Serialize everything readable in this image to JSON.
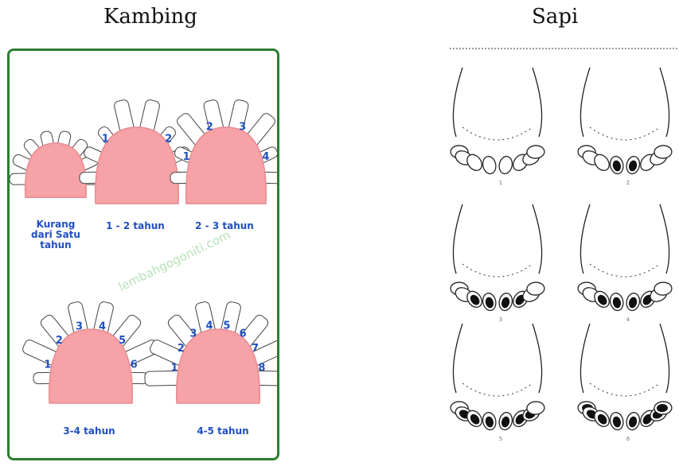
{
  "headings": {
    "goat": "Kambing",
    "cow": "Sapi"
  },
  "goat": {
    "watermark": "lembahgogoniti.com",
    "stages": [
      {
        "label_line1": "Kurang",
        "label_line2": "dari Satu tahun",
        "tooth_numbers": []
      },
      {
        "label_line1": "1 - 2 tahun",
        "label_line2": "",
        "tooth_numbers": [
          "1",
          "2"
        ]
      },
      {
        "label_line1": "2 - 3 tahun",
        "label_line2": "",
        "tooth_numbers": [
          "1",
          "2",
          "3",
          "4"
        ]
      },
      {
        "label_line1": "3-4 tahun",
        "label_line2": "",
        "tooth_numbers": [
          "1",
          "2",
          "3",
          "4",
          "5",
          "6"
        ]
      },
      {
        "label_line1": "4-5 tahun",
        "label_line2": "",
        "tooth_numbers": [
          "1",
          "2",
          "3",
          "4",
          "5",
          "6",
          "7",
          "8"
        ]
      }
    ]
  },
  "cow": {
    "stages": [
      {
        "caption": "1",
        "dark_teeth": 0
      },
      {
        "caption": "2",
        "dark_teeth": 2
      },
      {
        "caption": "3",
        "dark_teeth": 4
      },
      {
        "caption": "4",
        "dark_teeth": 4
      },
      {
        "caption": "5",
        "dark_teeth": 6
      },
      {
        "caption": "6",
        "dark_teeth": 8
      }
    ]
  },
  "colors": {
    "gum": "#f6a2a6",
    "gum_edge": "#e88b90",
    "number": "#1f4fbf",
    "border": "#2e7d32"
  }
}
